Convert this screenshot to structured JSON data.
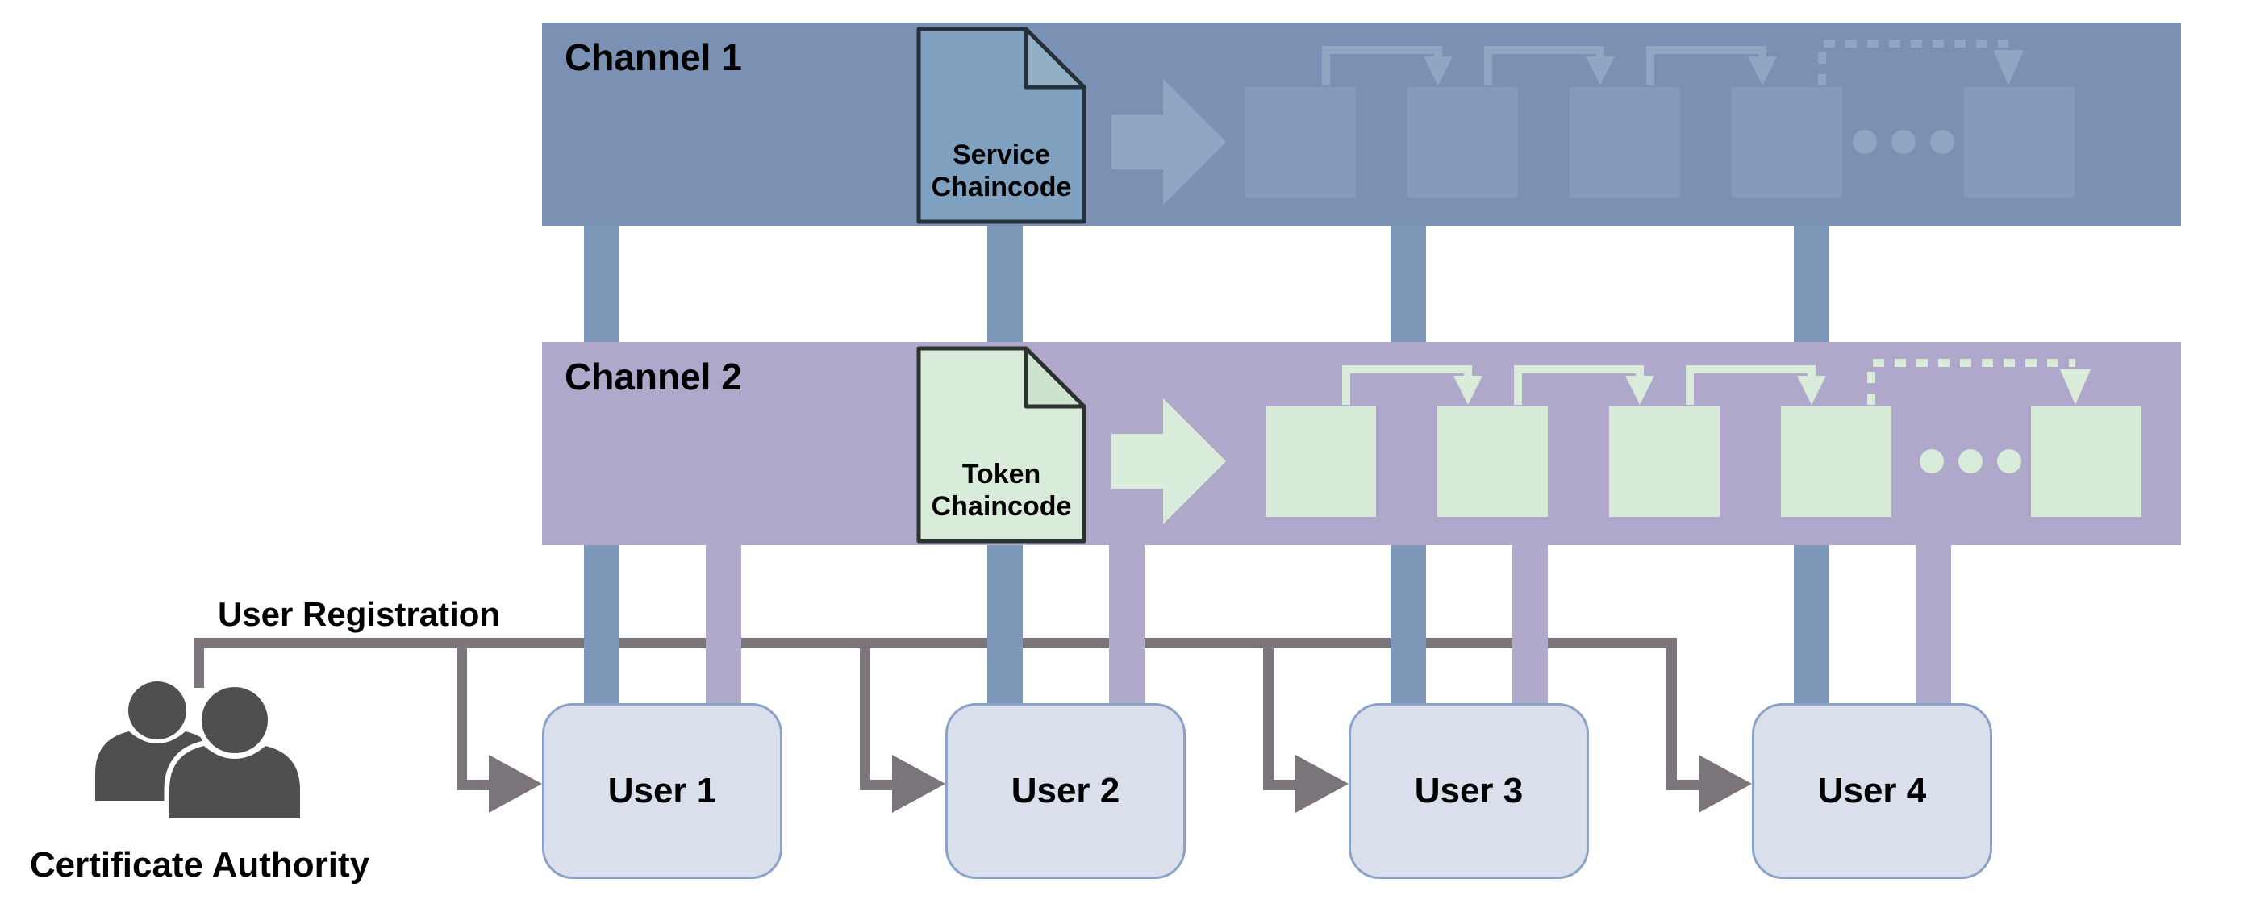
{
  "channels": [
    {
      "label": "Channel 1",
      "chaincode_label": "Service Chaincode",
      "colors": {
        "band": "#7a91b4",
        "block": "#859bbb",
        "link": "#90a6c2",
        "connector": "#7e98ba",
        "doc_fill": "#7fa1bf",
        "doc_fold": "#93afc6",
        "doc_stroke": "#26303a"
      }
    },
    {
      "label": "Channel 2",
      "chaincode_label": "Token Chaincode",
      "colors": {
        "band": "#b0a8ca",
        "block": "#d6e9d7",
        "link": "#d9ecd9",
        "connector": "#b1a9cc",
        "doc_fill": "#d8ecd9",
        "doc_fold": "#cde2cf",
        "doc_stroke": "#2b332e"
      }
    }
  ],
  "blockchain": {
    "blocks_before_dots": 4,
    "ellipsis_dots": 3,
    "blocks_after_dots": 1
  },
  "users": [
    {
      "label": "User 1"
    },
    {
      "label": "User 2"
    },
    {
      "label": "User 3"
    },
    {
      "label": "User 4"
    }
  ],
  "registration": {
    "label": "User Registration",
    "line_color": "#7b757b"
  },
  "certificate_authority": {
    "label": "Certificate Authority",
    "icon_color": "#4f4e50",
    "icon": "two-people-icon"
  },
  "user_box_colors": {
    "fill": "#d9e0eb",
    "border": "#8aa2c8"
  },
  "background": "#ffffff",
  "text_color": "#000000"
}
